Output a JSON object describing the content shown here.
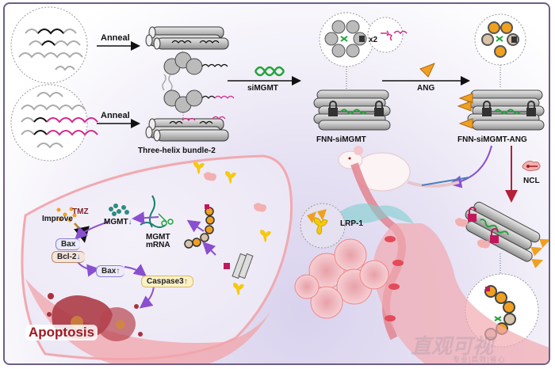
{
  "title": "FNN-siMGMT-ANG DNA nanostructure delivery for glioblastoma therapy",
  "synthesis": {
    "anneal_top_label": "Anneal",
    "anneal_bottom_label": "Anneal",
    "bundle_label": "Three-helix bundle-2",
    "sirna_label": "siMGMT",
    "fnn_label": "FNN-siMGMT",
    "multiplier_label": "x2",
    "ang_label": "ANG",
    "fnn_ang_label": "FNN-siMGMT-ANG",
    "ncl_label": "NCL"
  },
  "cell": {
    "tmz_label": "TMZ",
    "improve_label": "Improve",
    "mgmt_label": "MGMT",
    "mgmt_mrna_line1": "MGMT",
    "mgmt_mrna_line2": "mRNA",
    "bax_label": "Bax",
    "bcl2_label": "Bcl-2",
    "bax_up_label": "Bax",
    "caspase_label": "Caspase3",
    "apoptosis_label": "Apoptosis",
    "down_arrow": "↓",
    "up_arrow": "↑"
  },
  "bbb": {
    "receptor_label": "LRP-1"
  },
  "colors": {
    "frame": "#6e5f86",
    "process_arrow": "#8a4fd0",
    "ncl_arrow": "#b3203a",
    "sirna_green": "#22a33a",
    "strand_pink": "#d2298a",
    "ang_orange": "#f0a020",
    "apoptosis_red": "#9b1c23"
  },
  "watermark": {
    "text": "直观可视",
    "subtitle": "专业|高效|省心"
  }
}
